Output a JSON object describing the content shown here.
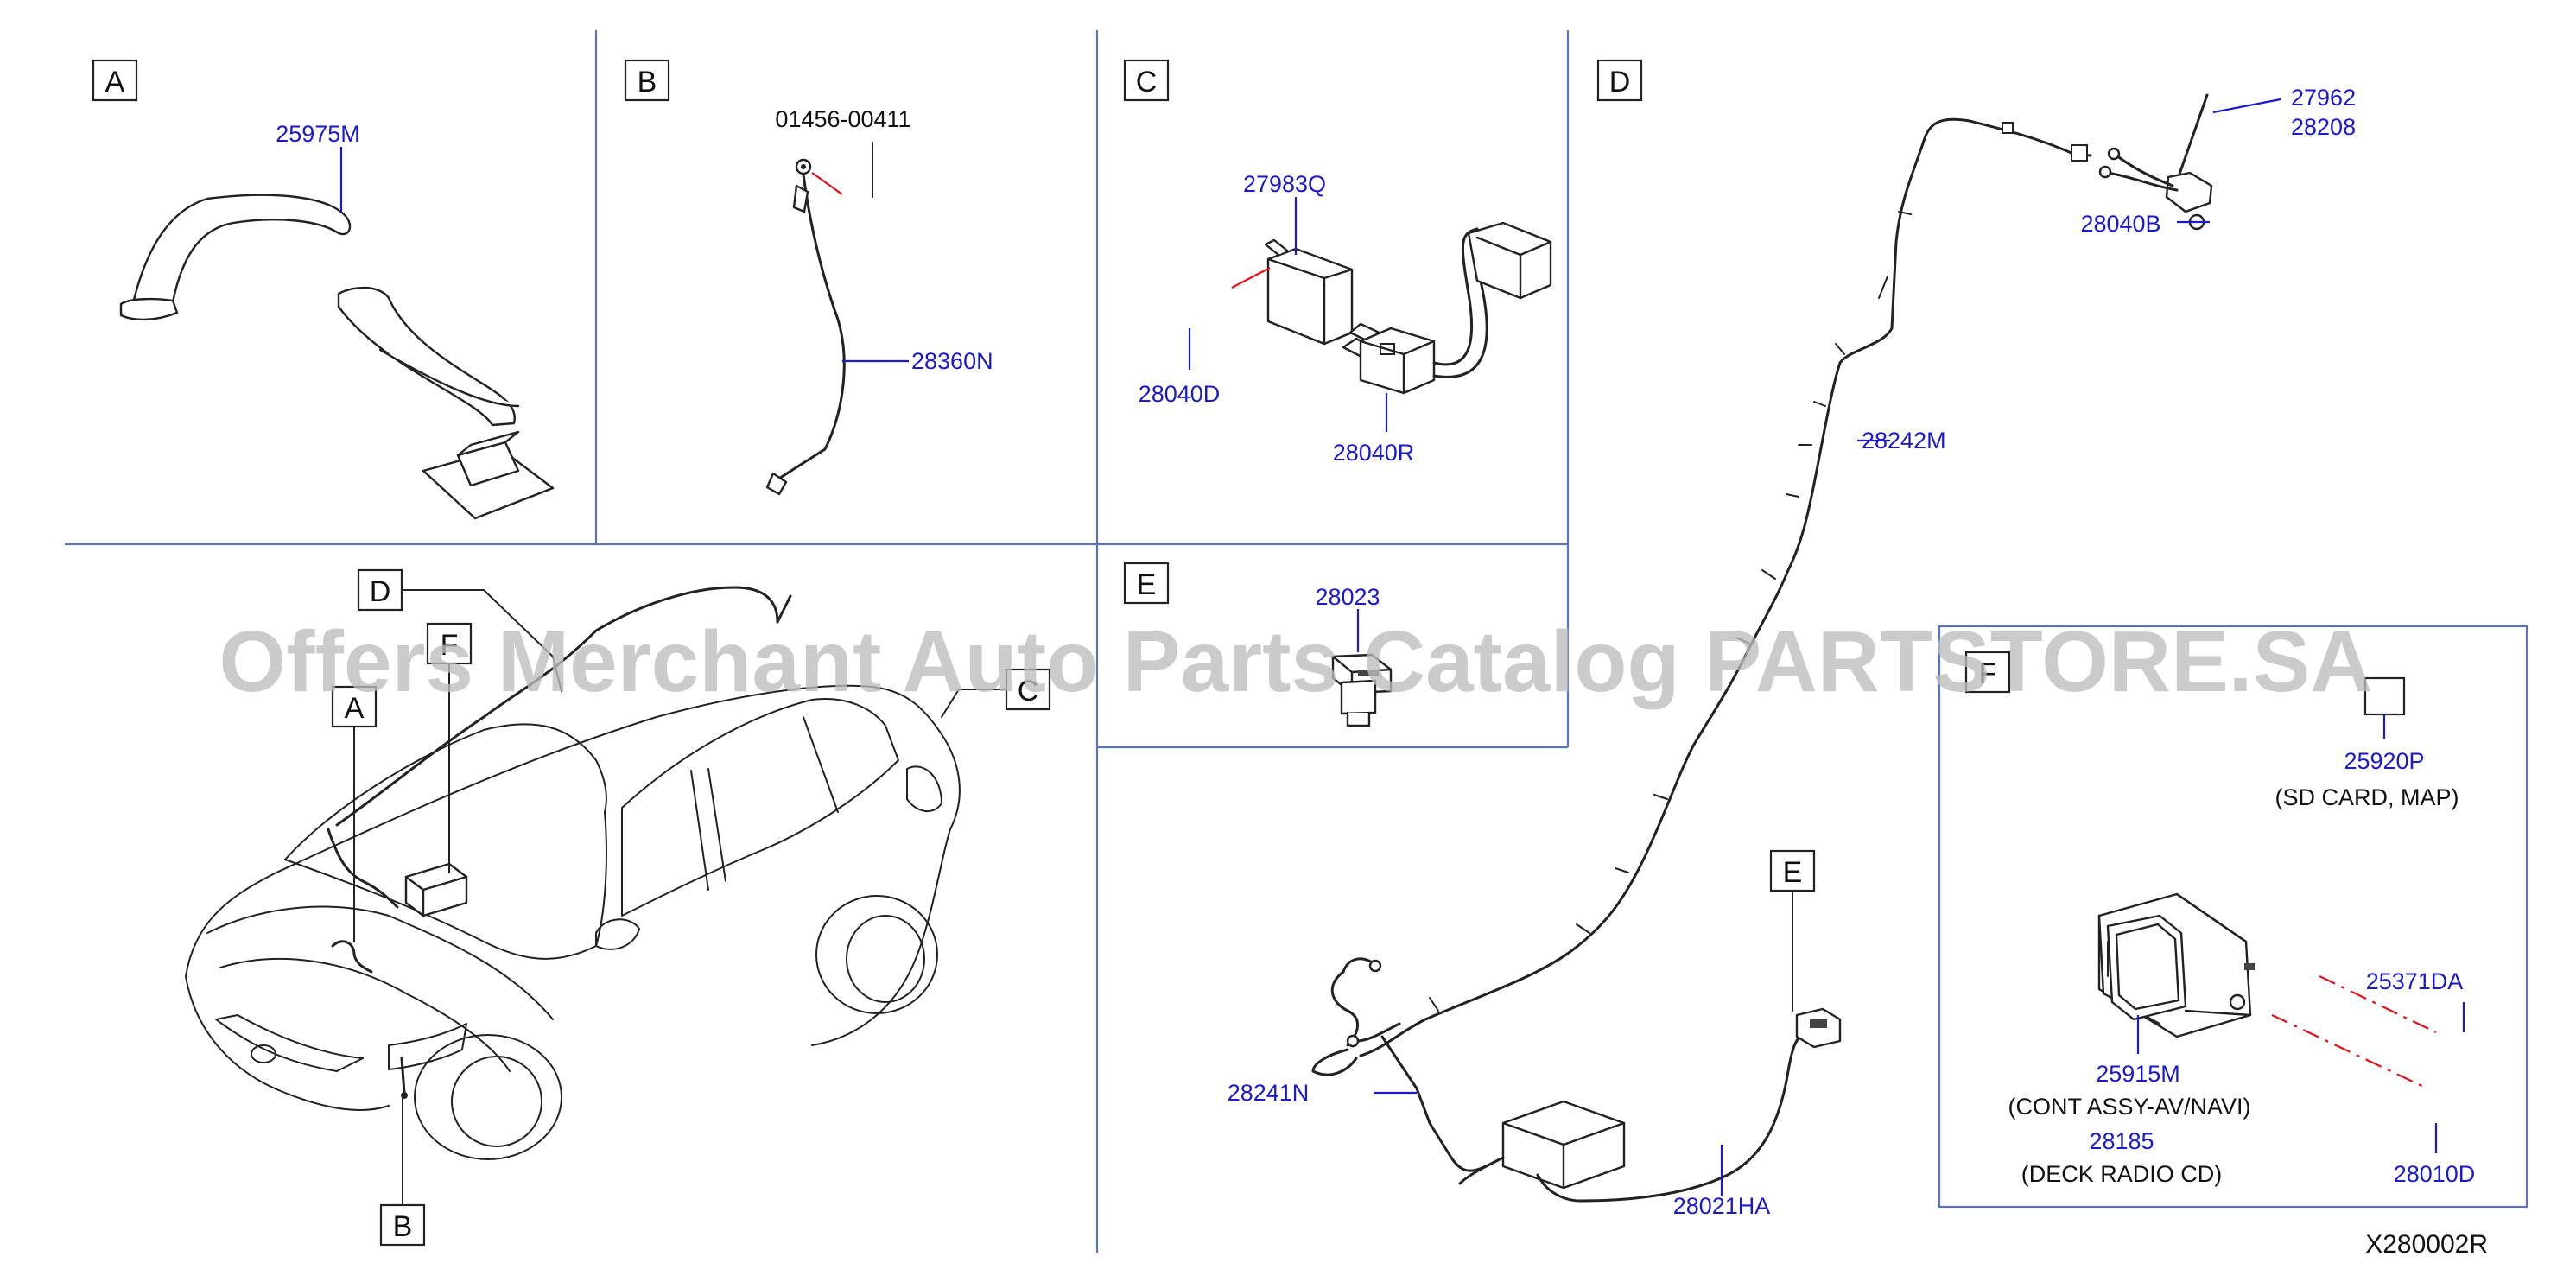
{
  "sections": {
    "A": "A",
    "B": "B",
    "C": "C",
    "D": "D",
    "E": "E",
    "F": "F"
  },
  "car_callouts": {
    "A": "A",
    "B": "B",
    "C": "C",
    "D": "D",
    "E": "E",
    "F": "F"
  },
  "parts": {
    "p25975M": "25975M",
    "p01456_00411": "01456-00411",
    "p28360N": "28360N",
    "p27983Q": "27983Q",
    "p28040D": "28040D",
    "p28040R": "28040R",
    "p27962": "27962",
    "p28208": "28208",
    "p28040B": "28040B",
    "p28242M": "28242M",
    "p28023": "28023",
    "p28241N": "28241N",
    "p28021HA": "28021HA",
    "p25920P": "25920P",
    "p25371DA": "25371DA",
    "p25915M": "25915M",
    "p28185": "28185",
    "p28010D": "28010D"
  },
  "descriptions": {
    "sd_card": "(SD   CARD,   MAP)",
    "cont_assy": "(CONT   ASSY-AV/NAVI)",
    "deck_radio": "(DECK   RADIO   CD)"
  },
  "drawing_code": "X280002R",
  "watermark": "Offers Merchant Auto Parts Catalog PARTSTORE.SA",
  "colors": {
    "part_number": "#1a1acc",
    "divider": "#5b76b8",
    "guide_line": "#e0121b",
    "watermark": "#bdbdbd"
  }
}
